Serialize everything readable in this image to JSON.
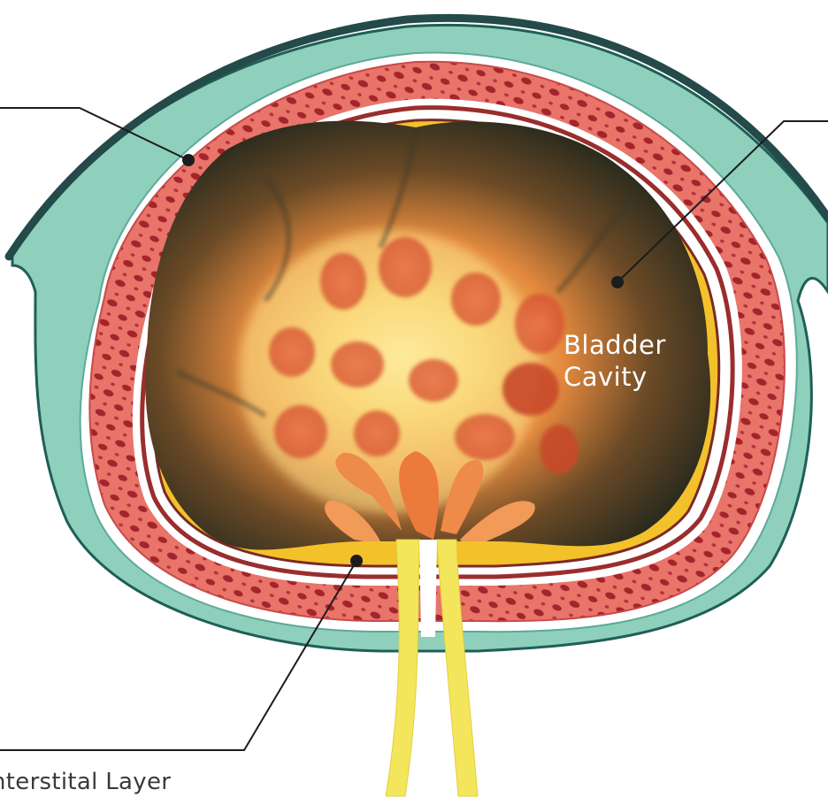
{
  "labels": {
    "cavity_line1": "Bladder",
    "cavity_line2": "Cavity",
    "interstitial": "nterstital Layer"
  },
  "colors": {
    "serosa": "#8ed0bb",
    "serosa_outline": "#1f5f57",
    "muscle": "#e8746a",
    "muscle_spots": "#a4242b",
    "submucosa_line": "#9a2d2d",
    "mucosa": "#f3c22b",
    "cavity_dark": "#20261d",
    "cavity_glow": "#fff1a6",
    "urethra": "#f3e65c",
    "leader_line": "#1c1c1c"
  }
}
